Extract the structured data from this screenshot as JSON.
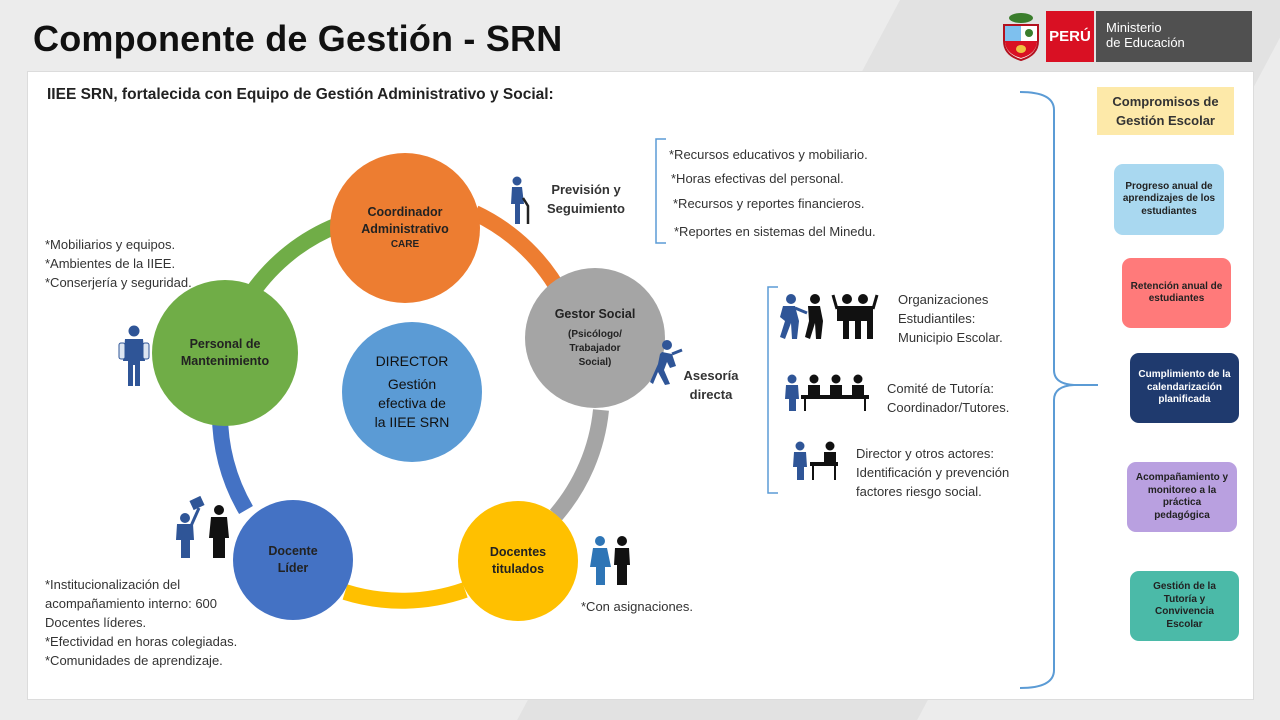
{
  "header": {
    "title": "Componente de Gestión - SRN"
  },
  "logo": {
    "peru": "PERÚ",
    "ministerio_line1": "Ministerio",
    "ministerio_line2": "de Educación"
  },
  "subtitle": "IIEE SRN, fortalecida con Equipo de Gestión Administrativo y Social:",
  "center": {
    "title": "DIRECTOR",
    "line1": "Gestión",
    "line2": "efectiva de",
    "line3": "la IIEE SRN"
  },
  "nodes": {
    "coordinador": {
      "line1": "Coordinador",
      "line2": "Administrativo",
      "line3": "CARE"
    },
    "gestor": {
      "line1": "Gestor Social",
      "sub1": "(Psicólogo/",
      "sub2": "Trabajador",
      "sub3": "Social)"
    },
    "docentes": {
      "line1": "Docentes",
      "line2": "titulados"
    },
    "lider": {
      "line1": "Docente",
      "line2": "Líder"
    },
    "personal": {
      "line1": "Personal de",
      "line2": "Mantenimiento"
    }
  },
  "labels": {
    "prevision_line1": "Previsión y",
    "prevision_line2": "Seguimiento",
    "asesoria_line1": "Asesoría",
    "asesoria_line2": "directa"
  },
  "prevision_items": [
    "*Recursos educativos y mobiliario.",
    "*Horas efectivas del personal.",
    "*Recursos y reportes financieros.",
    "*Reportes en sistemas del Minedu."
  ],
  "mantenimiento_items": [
    "*Mobiliarios y equipos.",
    "*Ambientes de la IIEE.",
    "*Conserjería y seguridad."
  ],
  "lider_items": [
    "*Institucionalización del",
    "acompañamiento interno: 600",
    "Docentes líderes.",
    "*Efectividad en horas colegiadas.",
    "*Comunidades de aprendizaje."
  ],
  "docentes_note": "*Con asignaciones.",
  "asesoria_items": {
    "organizaciones": [
      "Organizaciones",
      "Estudiantiles:",
      "Municipio Escolar."
    ],
    "comite": [
      "Comité de Tutoría:",
      "Coordinador/Tutores."
    ],
    "director": [
      "Director y otros actores:",
      "Identificación y prevención",
      "factores riesgo social."
    ]
  },
  "compromisos": {
    "title_line1": "Compromisos de",
    "title_line2": "Gestión Escolar",
    "items": [
      {
        "label": "Progreso anual de aprendizajes de los estudiantes",
        "color": "#a9d8f0",
        "text_color": "#222222"
      },
      {
        "label": "Retención anual de estudiantes",
        "color": "#ff7a7a",
        "text_color": "#222222"
      },
      {
        "label": "Cumplimiento de la calendarización planificada",
        "color": "#1f3a6e",
        "text_color": "#ffffff"
      },
      {
        "label": "Acompañamiento y monitoreo a la práctica pedagógica",
        "color": "#b9a0e0",
        "text_color": "#222222"
      },
      {
        "label": "Gestión de la Tutoría y Convivencia Escolar",
        "color": "#4bbaa8",
        "text_color": "#222222"
      }
    ]
  },
  "colors": {
    "orange": "#ed7d31",
    "gray": "#a5a5a5",
    "yellow": "#ffc000",
    "blue": "#4472c4",
    "green": "#70ad47",
    "center": "#5b9bd5",
    "bracket": "#5b9bd5"
  }
}
